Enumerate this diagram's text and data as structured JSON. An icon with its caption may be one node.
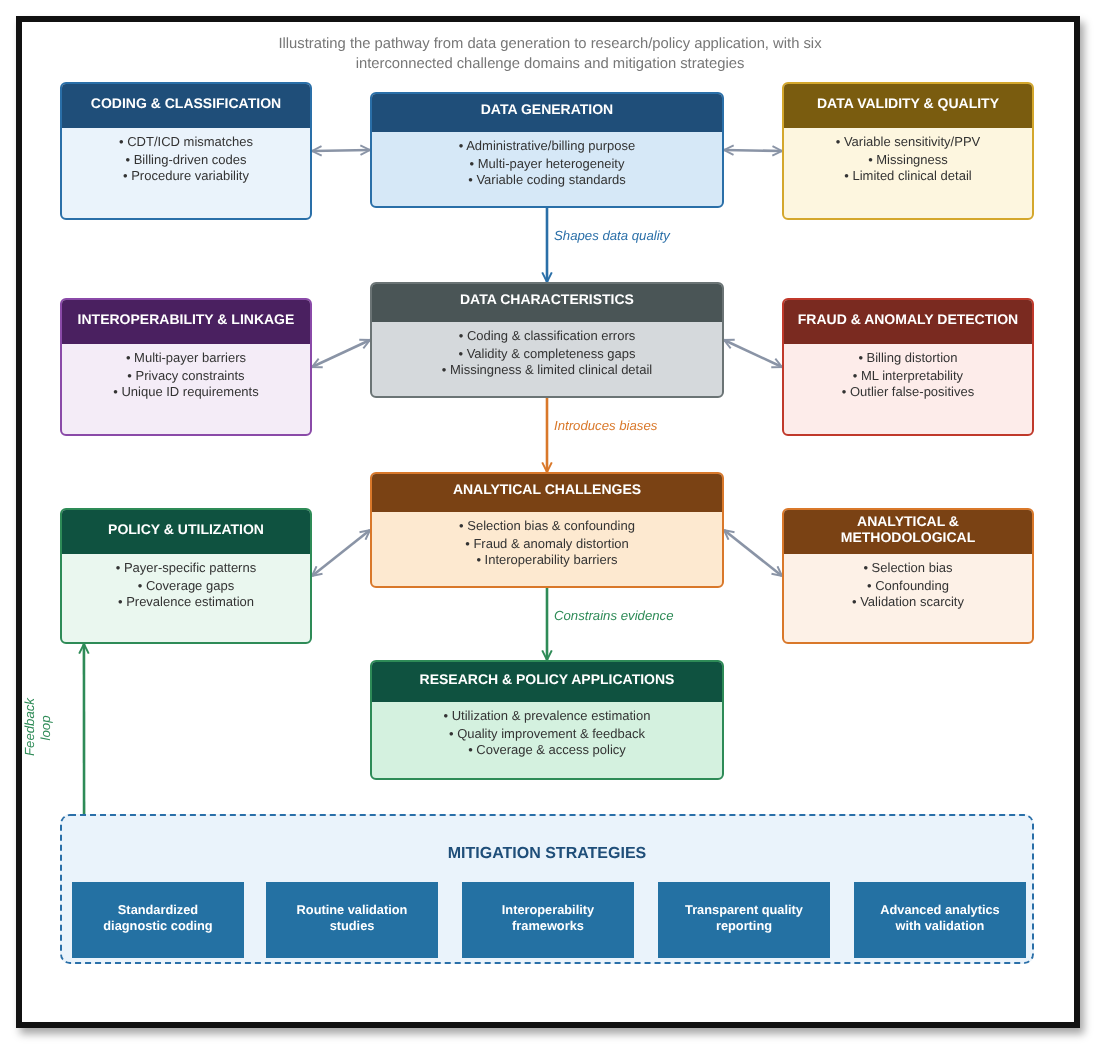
{
  "diagram": {
    "title": "Illustrating the pathway from data generation to research/policy application, with six interconnected challenge domains and mitigation strategies",
    "nodes": [
      {
        "text": [
          "CODING & CLASSIFICATION",
          "• CDT/ICD mismatches",
          "• Billing-driven codes",
          "• Procedure variability"
        ]
      },
      {
        "text": [
          "DATA GENERATION",
          "• Administrative/billing purpose",
          "• Multi-payer heterogeneity",
          "• Variable coding standards"
        ]
      },
      {
        "text": [
          "DATA VALIDITY & QUALITY",
          "• Variable sensitivity/PPV",
          "• Missingness",
          "• Limited clinical detail"
        ]
      },
      {
        "text": [
          "DATA CHARACTERISTICS",
          "• Coding & classification errors",
          "• Validity & completeness gaps",
          "• Missingness & limited clinical detail"
        ]
      },
      {
        "text": [
          "INTEROPERABILITY & LINKAGE",
          "• Multi-payer barriers",
          "• Privacy constraints",
          "• Unique ID requirements"
        ]
      },
      {
        "text": [
          "FRAUD & ANOMALY DETECTION",
          "• Billing distortion",
          "• ML interpretability",
          "• Outlier false-positives"
        ]
      },
      {
        "text": [
          "ANALYTICAL CHALLENGES",
          "• Selection bias & confounding",
          "• Fraud & anomaly distortion",
          "• Interoperability barriers"
        ]
      },
      {
        "text": [
          "POLICY & UTILIZATION",
          "• Payer-specific patterns",
          "• Coverage gaps",
          "• Prevalence estimation"
        ]
      },
      {
        "text": [
          "ANALYTICAL & METHODOLOGICAL",
          "• Selection bias",
          "• Confounding",
          "• Validation scarcity"
        ]
      },
      {
        "text": [
          "RESEARCH & POLICY APPLICATIONS",
          "• Utilization & prevalence estimation",
          "• Quality improvement & feedback",
          "• Coverage & access policy"
        ]
      },
      {
        "text": [
          "MITIGATION STRATEGIES"
        ]
      },
      {
        "text": [
          "Standardized diagnostic coding"
        ],
        "in": 10
      },
      {
        "text": [
          "Routine validation studies"
        ],
        "in": 10
      },
      {
        "text": [
          "Interoperability frameworks"
        ],
        "in": 10
      },
      {
        "text": [
          "Transparent quality reporting"
        ],
        "in": 10
      },
      {
        "text": [
          "Advanced analytics with validation"
        ],
        "in": 10
      }
    ],
    "edges": [
      {
        "from": 1,
        "to": 0,
        "arrow": "both"
      },
      {
        "from": 1,
        "to": 2,
        "arrow": "both"
      },
      {
        "from": 1,
        "to": 3,
        "arrow": "to",
        "label": "Shapes data quality",
        "color": "#2a6fa8"
      },
      {
        "from": 3,
        "to": 4,
        "arrow": "both"
      },
      {
        "from": 3,
        "to": 5,
        "arrow": "both"
      },
      {
        "from": 3,
        "to": 6,
        "arrow": "to",
        "label": "Introduces biases",
        "color": "#d9782a"
      },
      {
        "from": 6,
        "to": 7,
        "arrow": "both"
      },
      {
        "from": 6,
        "to": 8,
        "arrow": "both"
      },
      {
        "from": 6,
        "to": 9,
        "arrow": "to",
        "label": "Constrains evidence",
        "color": "#2e8b57"
      },
      {
        "from": 10,
        "to": 7,
        "arrow": "to",
        "label": "Feedback loop",
        "color": "#2e8b57"
      }
    ]
  }
}
